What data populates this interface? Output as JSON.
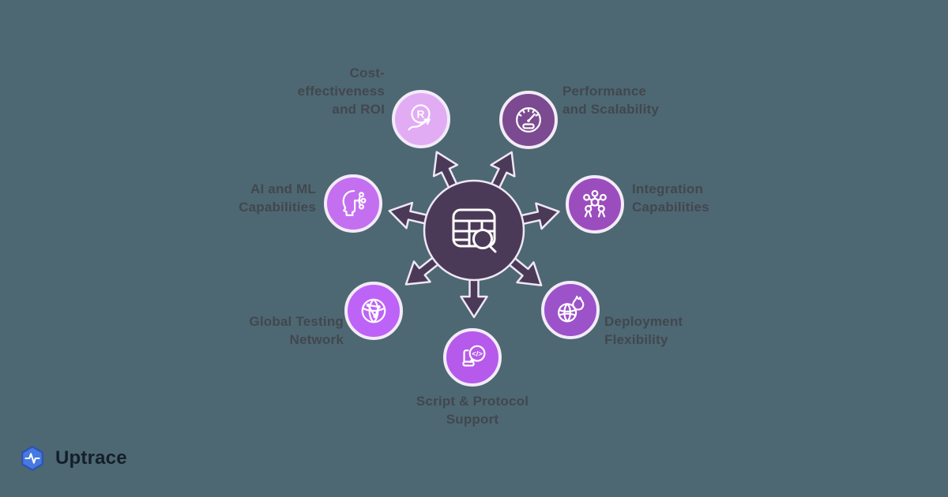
{
  "background": {
    "color": "#4D6872"
  },
  "hub": {
    "color": "#4B3A57",
    "ring_color": "#EFE7F5",
    "icon": "table-search-icon"
  },
  "nodes": [
    {
      "id": "cost-roi",
      "label": "Cost-effectiveness and ROI",
      "lines": [
        "Cost-",
        "effectiveness",
        "and ROI"
      ],
      "icon": "roi-chart-icon",
      "color": "#E2ACF5",
      "glyph": "R"
    },
    {
      "id": "performance",
      "label": "Performance and Scalability",
      "lines": [
        "Performance",
        "and Scalability"
      ],
      "icon": "speedometer-icon",
      "color": "#7C4A90"
    },
    {
      "id": "ai-ml",
      "label": "AI and ML Capabilities",
      "lines": [
        "AI and ML",
        "Capabilities"
      ],
      "icon": "ai-head-icon",
      "color": "#C46FF0"
    },
    {
      "id": "integration",
      "label": "Integration Capabilities",
      "lines": [
        "Integration",
        "Capabilities"
      ],
      "icon": "atomium-icon",
      "color": "#9B4DBD"
    },
    {
      "id": "global-testing",
      "label": "Global Testing Network",
      "lines": [
        "Global Testing",
        "Network"
      ],
      "icon": "globe-network-icon",
      "color": "#BD63F7"
    },
    {
      "id": "deployment",
      "label": "Deployment Flexibility",
      "lines": [
        "Deployment",
        "Flexibility"
      ],
      "icon": "globe-flame-icon",
      "color": "#9C52C9"
    },
    {
      "id": "script-protocol",
      "label": "Script & Protocol Support",
      "lines": [
        "Script & Protocol",
        "Support"
      ],
      "icon": "code-bubble-icon",
      "color": "#B55AEA",
      "glyph": "</>"
    }
  ],
  "labels": {
    "text_color": "#42474F"
  },
  "logo": {
    "text": "Uptrace",
    "icon": "uptrace-hexagon-icon",
    "hexagon_fill": "#4679E2",
    "hexagon_stroke": "#2D55B0",
    "text_color": "#141F2B"
  }
}
